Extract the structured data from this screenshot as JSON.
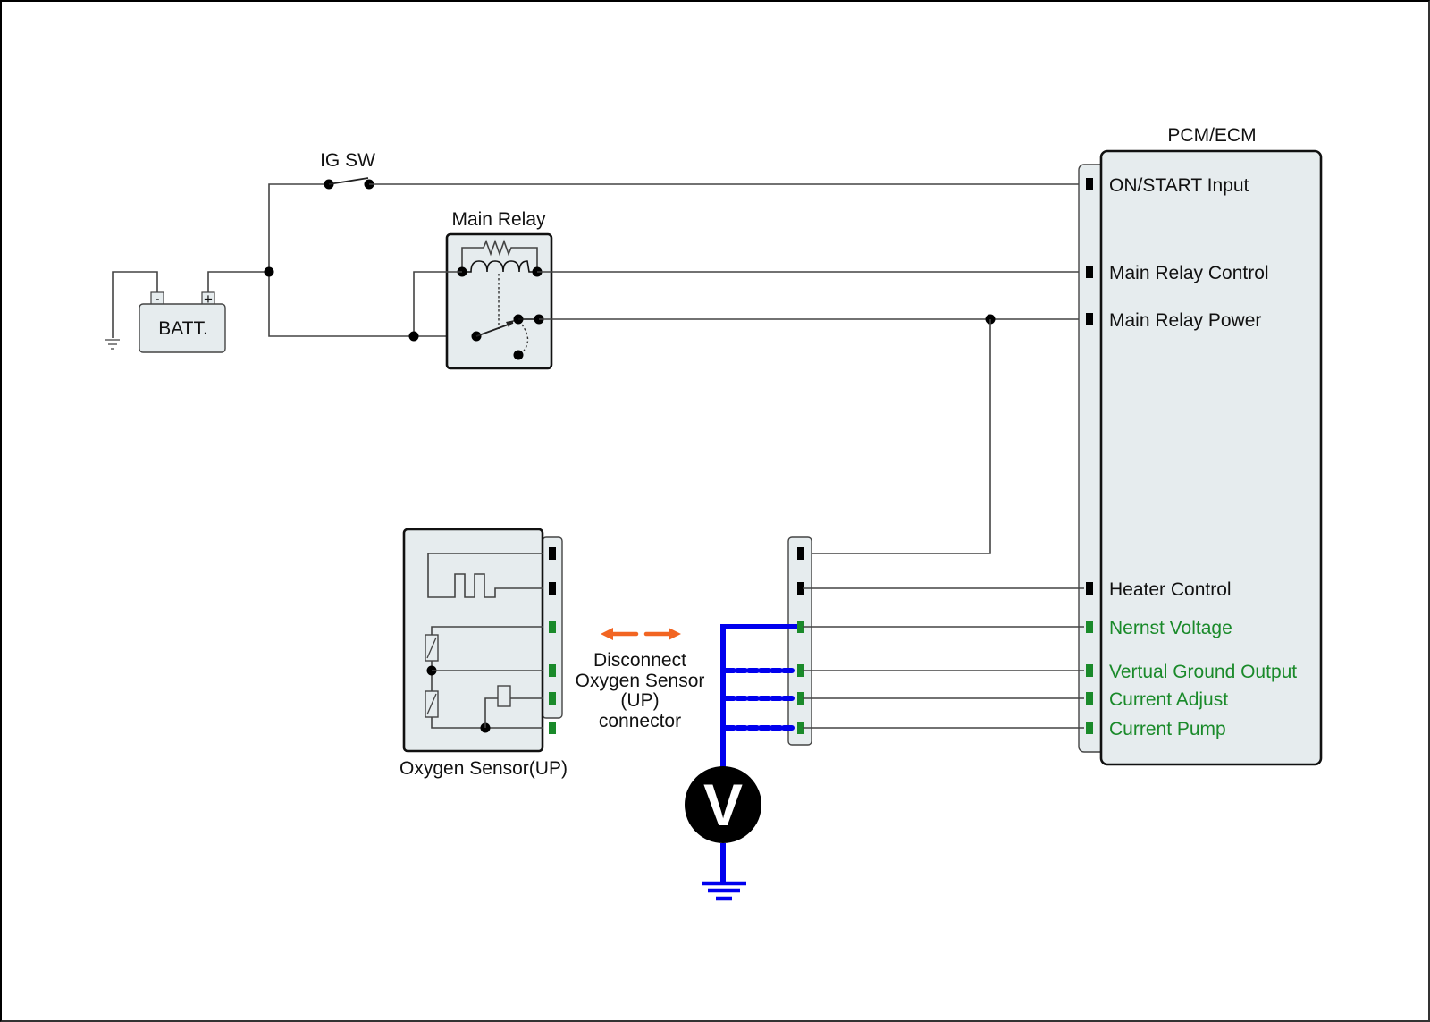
{
  "diagram": {
    "battery": {
      "label": "BATT.",
      "neg_terminal": "-",
      "pos_terminal": "+"
    },
    "ignition_switch": {
      "label": "IG SW"
    },
    "main_relay": {
      "label": "Main Relay"
    },
    "oxygen_sensor": {
      "label": "Oxygen Sensor(UP)"
    },
    "instruction": {
      "lines": [
        "Disconnect",
        "Oxygen Sensor",
        "(UP)",
        "connector"
      ]
    },
    "voltmeter": {
      "symbol": "V"
    },
    "ecm": {
      "title": "PCM/ECM",
      "pins": [
        {
          "label": "ON/START Input",
          "color": "black"
        },
        {
          "label": "Main Relay Control",
          "color": "black"
        },
        {
          "label": "Main Relay Power",
          "color": "black"
        },
        {
          "label": "Heater Control",
          "color": "black"
        },
        {
          "label": "Nernst Voltage",
          "color": "green"
        },
        {
          "label": "Vertual Ground Output",
          "color": "green"
        },
        {
          "label": "Current Adjust",
          "color": "green"
        },
        {
          "label": "Current Pump",
          "color": "green"
        }
      ]
    },
    "colors": {
      "probe_wire": "#0000ee",
      "signal_pin": "#1a8a2a",
      "disconnect_arrow": "#f26522",
      "component_fill": "#e6ecee"
    }
  }
}
